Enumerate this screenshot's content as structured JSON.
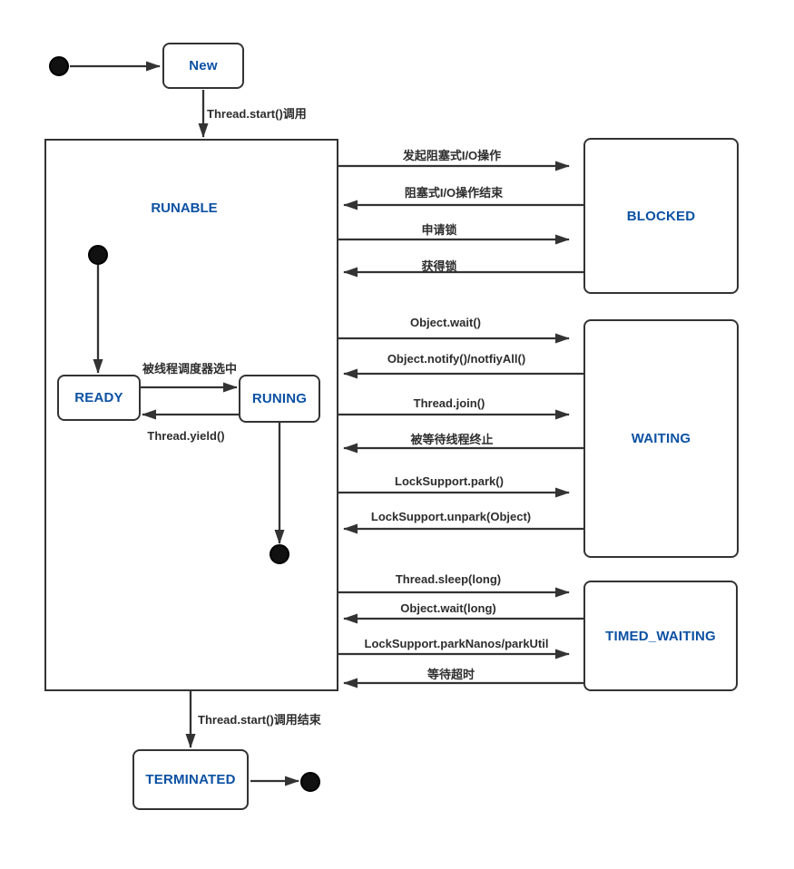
{
  "diagram": {
    "type": "state-diagram",
    "subject": "Java thread lifecycle state transitions",
    "colors": {
      "state_text": "#0b51a3",
      "line": "#333333",
      "label_text": "#2d2d2d",
      "background": "#ffffff"
    },
    "states": {
      "new": "New",
      "runnable": "RUNABLE",
      "ready": "READY",
      "running": "RUNING",
      "blocked": "BLOCKED",
      "waiting": "WAITING",
      "timed_waiting": "TIMED_WAITING",
      "terminated": "TERMINATED"
    },
    "transitions": {
      "thread_start": "Thread.start()调用",
      "scheduler_select": "被线程调度器选中",
      "thread_yield": "Thread.yield()",
      "io_block_start": "发起阻塞式I/O操作",
      "io_block_end": "阻塞式I/O操作结束",
      "lock_request": "申请锁",
      "lock_acquired": "获得锁",
      "object_wait": "Object.wait()",
      "object_notify": "Object.notify()/notfiyAll()",
      "thread_join": "Thread.join()",
      "waited_thread_end": "被等待线程终止",
      "locksupport_park": "LockSupport.park()",
      "locksupport_unpark": "LockSupport.unpark(Object)",
      "thread_sleep": "Thread.sleep(long)",
      "object_wait_long": "Object.wait(long)",
      "locksupport_parknanos": "LockSupport.parkNanos/parkUtil",
      "wait_timeout": "等待超时",
      "thread_start_end": "Thread.start()调用结束"
    }
  }
}
